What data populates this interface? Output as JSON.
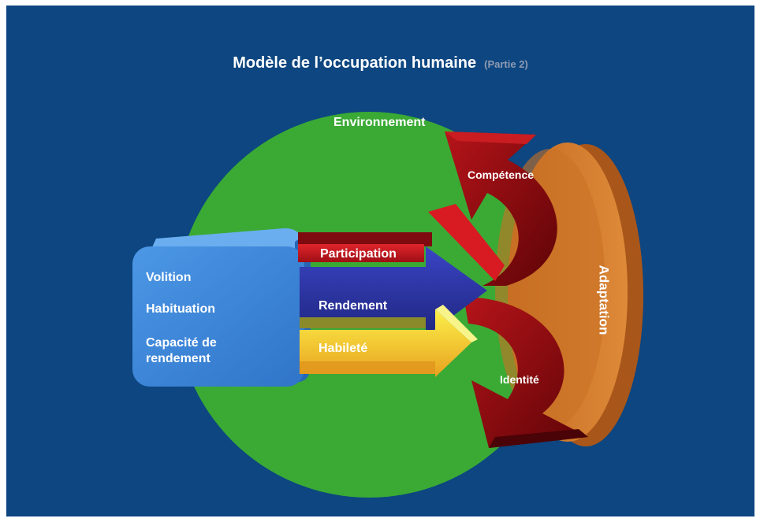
{
  "header": {
    "title": "Modèle de l’occupation humaine",
    "subtitle": "(Partie 2)"
  },
  "diagram": {
    "environment_label": "Environnement",
    "person_items": [
      "Volition",
      "Habituation",
      "Capacité de rendement"
    ],
    "flow_arrows": [
      "Participation",
      "Rendement",
      "Habileté"
    ],
    "outcome_top": "Compétence",
    "outcome_bottom": "Identité",
    "outcome_overall": "Adaptation"
  },
  "colors": {
    "background": "#0d4680",
    "environment": "#3aaa35",
    "person_box": "#3b84d6",
    "participation": "#c8171f",
    "rendement": "#2d35a6",
    "habilete": "#f2dc1a",
    "adaptation": "#d0782a",
    "outcome_arrows": "#8a0d10"
  }
}
